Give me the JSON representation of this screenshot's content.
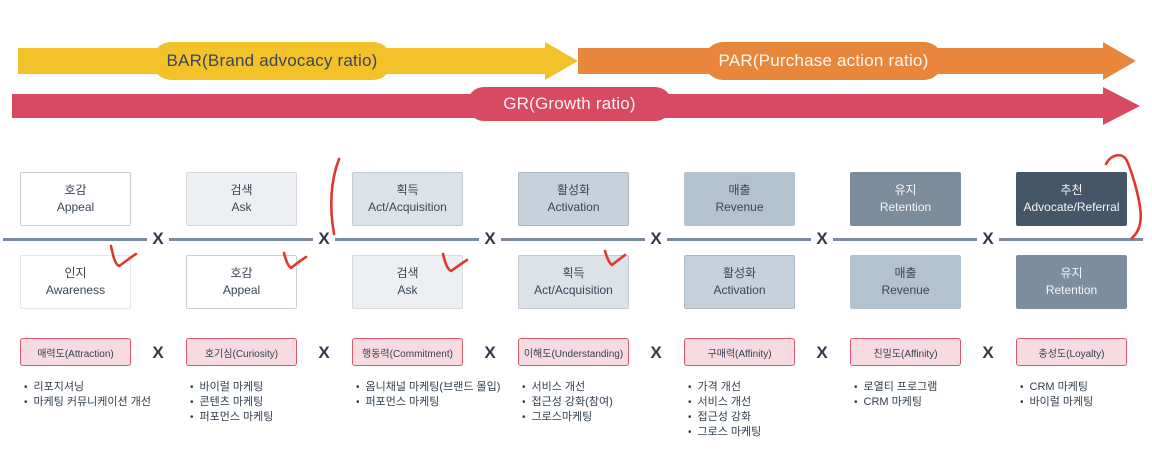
{
  "banners": {
    "bar": {
      "label": "BAR(Brand advocacy ratio)",
      "fill": "#F3C22B",
      "text": "#3A4656"
    },
    "par": {
      "label": "PAR(Purchase action ratio)",
      "fill": "#E8873C",
      "text": "#FDF7F0"
    },
    "gr": {
      "label": "GR(Growth ratio)",
      "fill": "#D84A62",
      "text": "#FCF0F2"
    }
  },
  "fraction": {
    "multiplier": "X",
    "line_color": "#7B8A9D",
    "x_color": "#2F3A49",
    "bullet_glyph": "•"
  },
  "metric_style": {
    "fill": "#F8DBE0",
    "border": "#D9596B",
    "text": "#333F4F"
  },
  "annotation_color": "#E0382F",
  "columns": [
    {
      "numerator": {
        "ko": "호감",
        "en": "Appeal",
        "bg": "#FFFFFF",
        "border": "#C9CFD7",
        "color": "#3A4656"
      },
      "denominator": {
        "ko": "인지",
        "en": "Awareness",
        "bg": "#FFFFFF",
        "border": "#E3E6EB",
        "color": "#3A4656"
      },
      "metric": "매력도(Attraction)",
      "tactics": [
        "리포지셔닝",
        "마케팅 커뮤니케이션 개선"
      ]
    },
    {
      "numerator": {
        "ko": "검색",
        "en": "Ask",
        "bg": "#EDEFF2",
        "border": "#D6DBE0",
        "color": "#3A4656"
      },
      "denominator": {
        "ko": "호감",
        "en": "Appeal",
        "bg": "#FFFFFF",
        "border": "#C9CFD7",
        "color": "#3A4656"
      },
      "metric": "호기심(Curiosity)",
      "tactics": [
        "바이럴 마케팅",
        "콘텐츠 마케팅",
        "퍼포먼스 마케팅"
      ]
    },
    {
      "numerator": {
        "ko": "획득",
        "en": "Act/Acquisition",
        "bg": "#DCE2E8",
        "border": "#C3CBD4",
        "color": "#3A4656"
      },
      "denominator": {
        "ko": "검색",
        "en": "Ask",
        "bg": "#EDEFF2",
        "border": "#D6DBE0",
        "color": "#3A4656"
      },
      "metric": "행동력(Commitment)",
      "tactics": [
        "옴니채널 마케팅(브랜드 몰입)",
        "퍼포먼스 마케팅"
      ]
    },
    {
      "numerator": {
        "ko": "활성화",
        "en": "Activation",
        "bg": "#C7D1DB",
        "border": "#ABB8C4",
        "color": "#3A4656"
      },
      "denominator": {
        "ko": "획득",
        "en": "Act/Acquisition",
        "bg": "#DCE2E8",
        "border": "#C3CBD4",
        "color": "#3A4656"
      },
      "metric": "이해도(Understanding)",
      "tactics": [
        "서비스 개선",
        "접근성 강화(참여)",
        "그로스마케팅"
      ]
    },
    {
      "numerator": {
        "ko": "매출",
        "en": "Revenue",
        "bg": "#B3C2CF",
        "border": "#B3C2CF",
        "color": "#3A4656"
      },
      "denominator": {
        "ko": "활성화",
        "en": "Activation",
        "bg": "#C7D1DB",
        "border": "#ABB8C4",
        "color": "#3A4656"
      },
      "metric": "구매력(Affinity)",
      "tactics": [
        "가격 개선",
        "서비스 개선",
        "접근성 강화",
        "그로스 마케팅"
      ]
    },
    {
      "numerator": {
        "ko": "유지",
        "en": "Retention",
        "bg": "#7B8C9D",
        "border": "#7B8C9D",
        "color": "#F4F6F8"
      },
      "denominator": {
        "ko": "매출",
        "en": "Revenue",
        "bg": "#B3C2CF",
        "border": "#B3C2CF",
        "color": "#3A4656"
      },
      "metric": "친밀도(Affinity)",
      "tactics": [
        "로열티 프로그램",
        "CRM 마케팅"
      ]
    },
    {
      "numerator": {
        "ko": "추천",
        "en": "Advocate/Referral",
        "bg": "#455668",
        "border": "#455668",
        "color": "#F4F6F8"
      },
      "denominator": {
        "ko": "유지",
        "en": "Retention",
        "bg": "#7D8DA0",
        "border": "#7D8DA0",
        "color": "#F4F6F8"
      },
      "metric": "충성도(Loyalty)",
      "tactics": [
        "CRM 마케팅",
        "바이럴 마케팅"
      ]
    }
  ]
}
